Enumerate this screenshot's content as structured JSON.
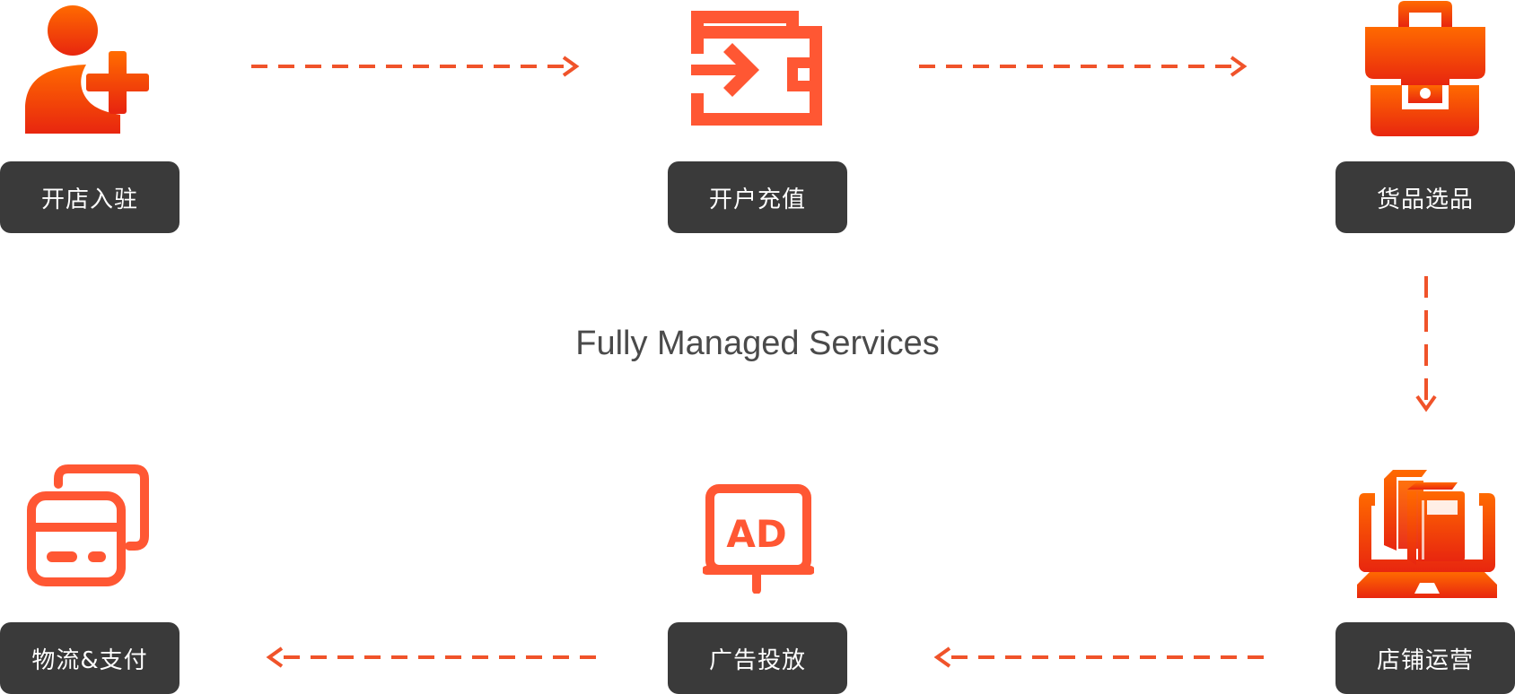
{
  "title": "Fully Managed Services",
  "colors": {
    "accent": "#ff5733",
    "gradient_top": "#ff6a00",
    "gradient_bottom": "#e8260f",
    "label_bg": "#3a3a3a",
    "label_text": "#ffffff",
    "title_text": "#4a4a4a"
  },
  "steps": [
    {
      "label": "开店入驻",
      "icon": "user-add-icon"
    },
    {
      "label": "开户充值",
      "icon": "wallet-transfer-icon"
    },
    {
      "label": "货品选品",
      "icon": "briefcase-icon"
    },
    {
      "label": "店铺运营",
      "icon": "laptop-books-icon"
    },
    {
      "label": "广告投放",
      "icon": "ad-monitor-icon"
    },
    {
      "label": "物流&支付",
      "icon": "credit-cards-icon"
    }
  ],
  "flow": [
    {
      "from": "开店入驻",
      "to": "开户充值",
      "direction": "right"
    },
    {
      "from": "开户充值",
      "to": "货品选品",
      "direction": "right"
    },
    {
      "from": "货品选品",
      "to": "店铺运营",
      "direction": "down"
    },
    {
      "from": "店铺运营",
      "to": "广告投放",
      "direction": "left"
    },
    {
      "from": "广告投放",
      "to": "物流&支付",
      "direction": "left"
    }
  ]
}
